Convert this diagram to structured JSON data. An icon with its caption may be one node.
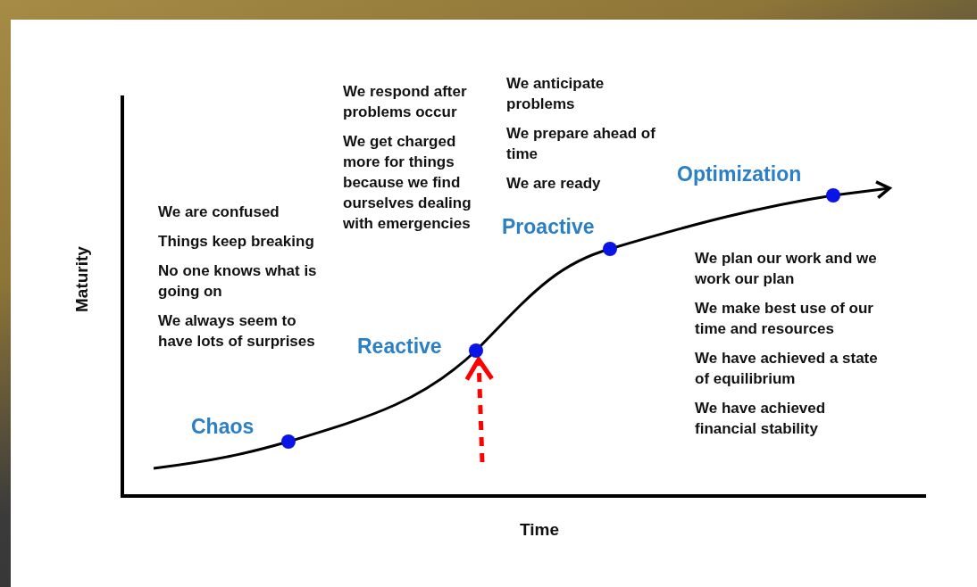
{
  "diagram": {
    "nodes": [
      {
        "text": [],
        "shape": "circle",
        "beside": [
          "Chaos"
        ]
      },
      {
        "text": [],
        "shape": "circle",
        "beside": [
          "Reactive"
        ]
      },
      {
        "text": [],
        "shape": "circle",
        "beside": [
          "Proactive"
        ]
      },
      {
        "text": [],
        "shape": "circle",
        "beside": [
          "Optimization"
        ]
      }
    ],
    "edges": [
      {
        "from": null,
        "to": 1,
        "arrow": "to",
        "style": "dashed",
        "color": "#ff0000"
      }
    ],
    "labels": [
      "Maturity",
      "Time",
      "We are confused",
      "Things keep breaking",
      "No one knows what is going on",
      "We always seem to have lots of surprises",
      "We respond after problems occur",
      "We get charged more for things because we find ourselves dealing with emergencies",
      "We anticipate problems",
      "We prepare ahead of time",
      "We are ready",
      "We plan our work and we work our plan",
      "We make best use of our time and resources",
      "We have achieved a state of equilibrium",
      "We have achieved financial stability"
    ]
  }
}
